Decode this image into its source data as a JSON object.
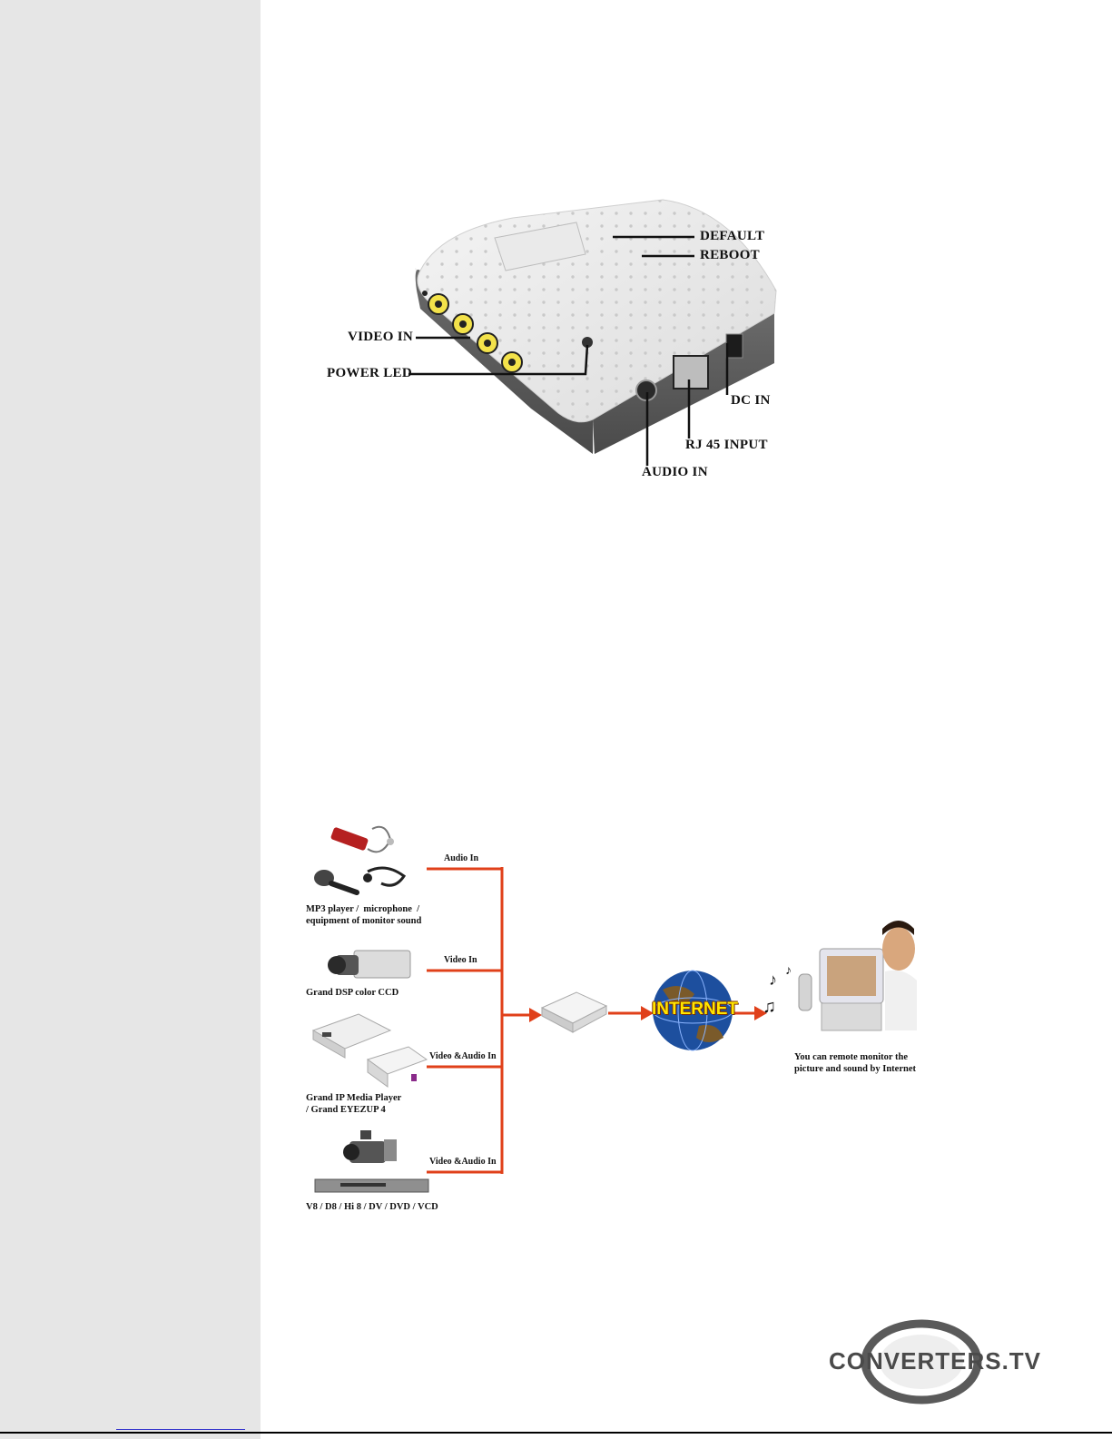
{
  "device_figure": {
    "labels": {
      "default": "DEFAULT",
      "reboot": "REBOOT",
      "video_in": "VIDEO IN",
      "power_led": "POWER LED",
      "dc_in": "DC IN",
      "rj45": "RJ 45 INPUT",
      "audio_in": "AUDIO IN"
    }
  },
  "diagram": {
    "sources": {
      "audio": "MP3 player /  microphone  /\nequipment of monitor sound",
      "ccd": "Grand DSP color CCD",
      "media_player": "Grand IP Media Player\n/ Grand EYEZUP 4",
      "camcorder": "V8 / D8 / Hi 8 / DV / DVD / VCD"
    },
    "line_labels": {
      "audio_in": "Audio In",
      "video_in": "Video In",
      "video_audio_in_1": "Video &Audio In",
      "video_audio_in_2": "Video &Audio In"
    },
    "internet": "INTERNET",
    "remote_caption": "You can remote monitor the\npicture and sound by Internet"
  },
  "logo": {
    "text": "CONVERTERS.TV"
  },
  "colors": {
    "sidebar": "#e6e6e6",
    "connector": "#e0401a",
    "globe": "#1d4f9e"
  }
}
